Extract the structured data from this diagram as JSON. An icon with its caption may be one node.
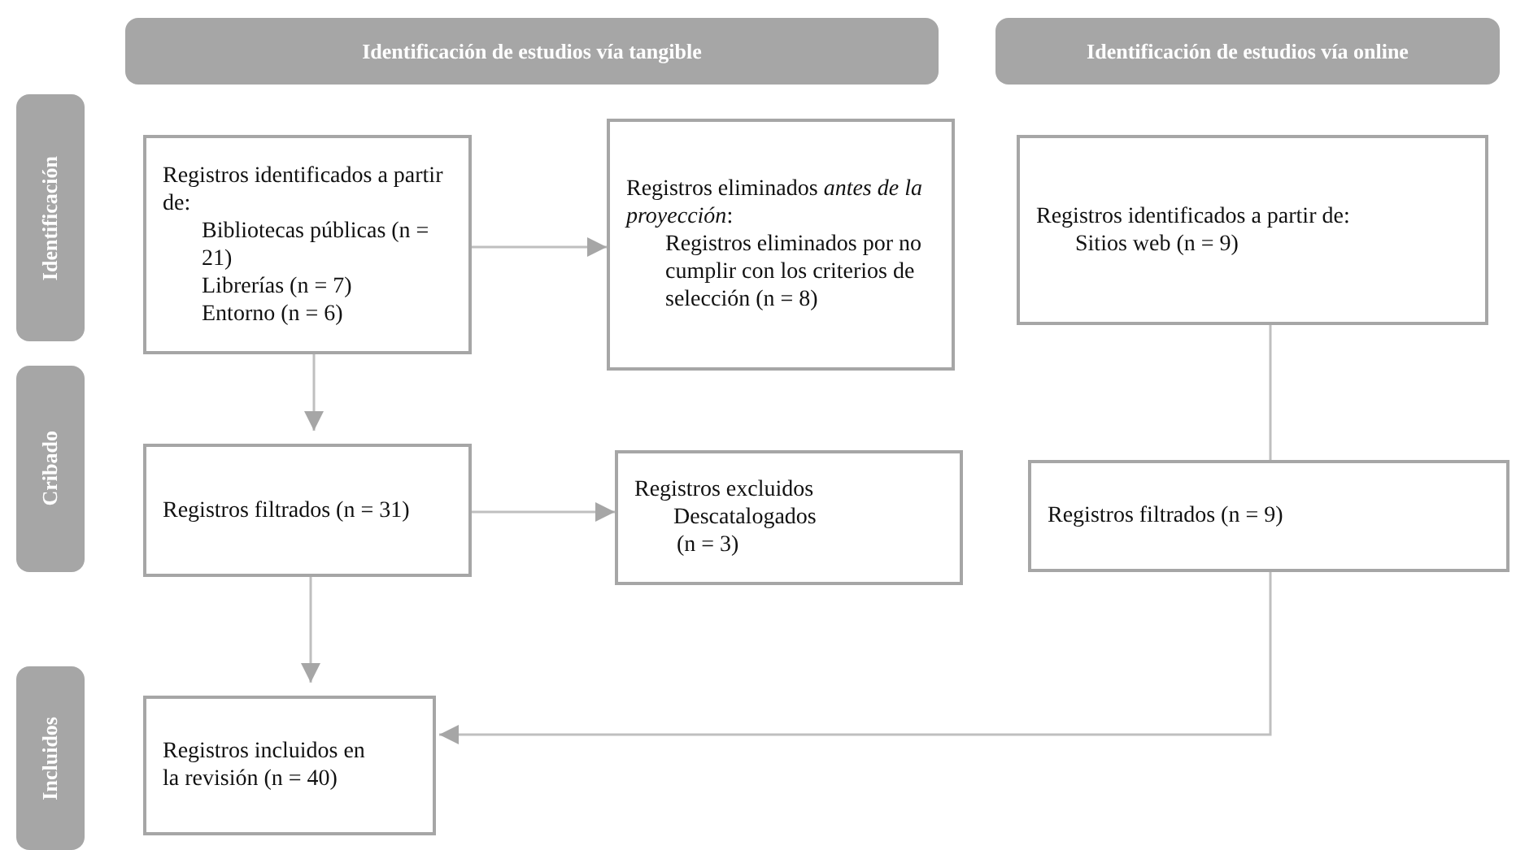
{
  "diagram": {
    "nodes": [
      {
        "text": [
          "Identificación de estudios vía tangible"
        ]
      },
      {
        "text": [
          "Identificación de estudios vía online"
        ]
      },
      {
        "text": [
          "Identificación"
        ]
      },
      {
        "text": [
          "Cribado"
        ]
      },
      {
        "text": [
          "Incluidos"
        ]
      },
      {
        "text": [
          "Registros identificados a partir de:",
          "Bibliotecas públicas (n = 21)",
          "Librerías (n = 7)",
          "Entorno (n = 6)"
        ]
      },
      {
        "text": [
          "Registros eliminados *antes de la proyección*:",
          "Registros eliminados por no cumplir con los criterios de selección (n = 8)"
        ]
      },
      {
        "text": [
          "Registros identificados a partir de:",
          "Sitios web (n = 9)"
        ]
      },
      {
        "text": [
          "Registros filtrados (n = 31)"
        ]
      },
      {
        "text": [
          "Registros excluidos",
          "Descatalogados",
          "(n = 3)"
        ]
      },
      {
        "text": [
          "Registros filtrados (n = 9)"
        ]
      },
      {
        "text": [
          "Registros incluidos en la revisión (n = 40)"
        ]
      }
    ],
    "edges": [
      {
        "from": 5,
        "to": 6,
        "arrow": "to"
      },
      {
        "from": 5,
        "to": 8,
        "arrow": "to"
      },
      {
        "from": 8,
        "to": 9,
        "arrow": "to"
      },
      {
        "from": 8,
        "to": 11,
        "arrow": "to"
      },
      {
        "from": 7,
        "to": 10,
        "arrow": "none"
      },
      {
        "from": 10,
        "to": 11,
        "arrow": "to"
      }
    ]
  }
}
